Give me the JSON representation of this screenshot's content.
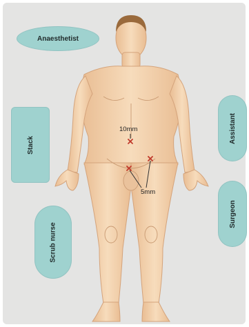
{
  "roles": {
    "anaesthetist": "Anaesthetist",
    "stack": "Stack",
    "assistant": "Assistant",
    "surgeon": "Surgeon",
    "scrub_nurse": "Scrub nurse"
  },
  "ports": {
    "umbilical_label": "10mm",
    "lower_label": "5mm"
  },
  "colors": {
    "role_fill": "#9fd2cf",
    "skin": "#f4d3ae",
    "background": "#e4e4e3",
    "port_marker": "#c0392b"
  }
}
